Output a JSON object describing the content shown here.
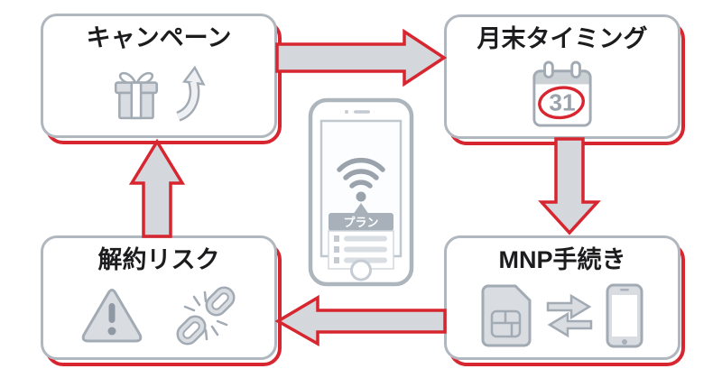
{
  "colors": {
    "background": "#ffffff",
    "red": "#d7262f",
    "arrow_fill": "#d4d8dd",
    "box_border": "#b0b7be",
    "box_fill": "#ffffff",
    "label_text": "#1c1c1e",
    "icon_stroke": "#a2aab4",
    "icon_fill": "#d9dde2",
    "icon_dark": "#8f98a3"
  },
  "nodes": {
    "campaign": {
      "label": "キャンペーン",
      "icons": [
        "gift-icon",
        "curved-up-arrow-icon"
      ]
    },
    "month_end": {
      "label": "月末タイミング",
      "icons": [
        "calendar-icon"
      ],
      "calendar_day": "31"
    },
    "mnp": {
      "label": "MNP手続き",
      "icons": [
        "sim-card-icon",
        "swap-arrows-icon",
        "smartphone-icon"
      ]
    },
    "cancel_risk": {
      "label": "解約リスク",
      "icons": [
        "warning-triangle-icon",
        "broken-chain-icon"
      ]
    }
  },
  "phone": {
    "popup_title": "プラン",
    "icons": [
      "wifi-icon"
    ]
  },
  "flow_arrows": [
    {
      "from": "campaign",
      "to": "month_end",
      "direction": "right"
    },
    {
      "from": "month_end",
      "to": "mnp",
      "direction": "down"
    },
    {
      "from": "mnp",
      "to": "cancel_risk",
      "direction": "left"
    },
    {
      "from": "cancel_risk",
      "to": "campaign",
      "direction": "up"
    }
  ]
}
